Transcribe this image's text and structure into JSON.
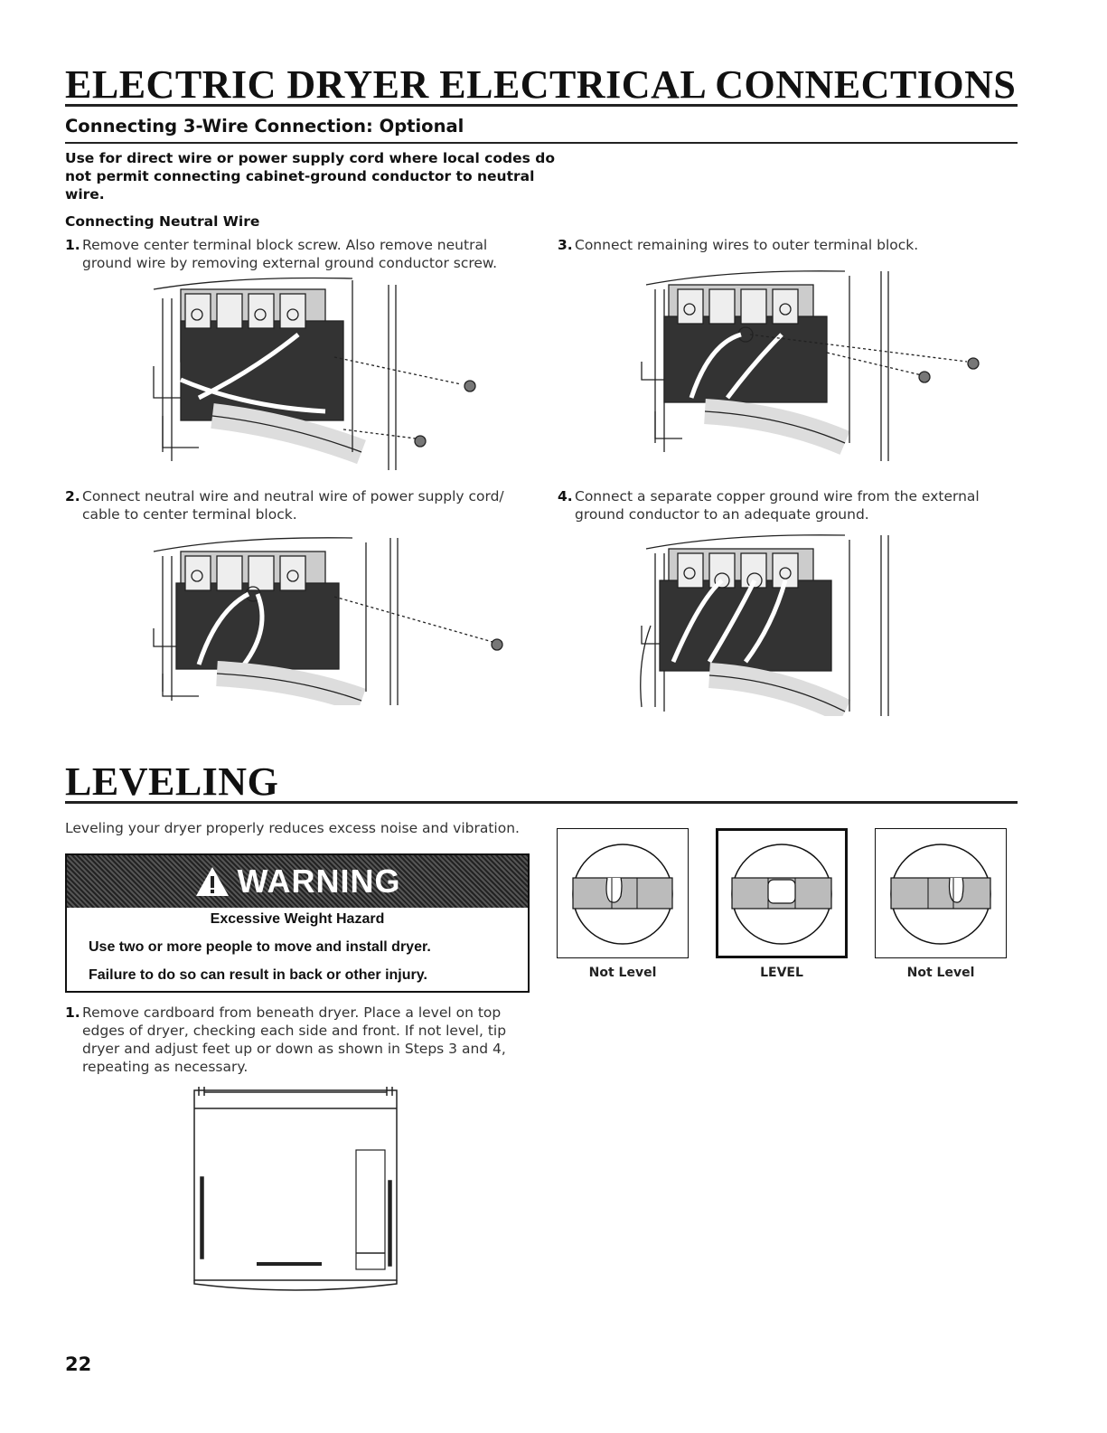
{
  "section1": {
    "title": "ELECTRIC DRYER ELECTRICAL CONNECTIONS",
    "subtitle": "Connecting 3-Wire Connection: Optional",
    "intro": "Use for direct wire or power supply cord where local codes do not permit connecting cabinet-ground conductor to neutral wire.",
    "subheading": "Connecting Neutral Wire",
    "steps": [
      {
        "num": "1.",
        "text": "Remove center terminal block screw. Also remove neutral ground wire by removing external ground conductor screw."
      },
      {
        "num": "2.",
        "text": "Connect neutral wire and neutral wire of power supply cord/ cable to center terminal block."
      },
      {
        "num": "3.",
        "text": "Connect remaining wires to outer terminal block."
      },
      {
        "num": "4.",
        "text": "Connect a separate copper ground wire from the external ground conductor to an adequate ground."
      }
    ]
  },
  "section2": {
    "title": "LEVELING",
    "intro": "Leveling your dryer properly reduces excess noise and vibration.",
    "warning": {
      "title": "WARNING",
      "hazard": "Excessive Weight Hazard",
      "line1": "Use two or more people to move and install dryer.",
      "line2": "Failure to do so can result in back or other injury."
    },
    "levels": [
      {
        "label": "Not Level"
      },
      {
        "label": "LEVEL"
      },
      {
        "label": "Not Level"
      }
    ],
    "steps": [
      {
        "num": "1.",
        "text": "Remove cardboard from beneath dryer. Place a level on top edges of dryer, checking each side and front. If not level, tip dryer and adjust feet up or down as shown in Steps 3 and 4, repeating as necessary."
      }
    ]
  },
  "page_number": "22",
  "icons": [
    "warning-triangle-icon"
  ]
}
